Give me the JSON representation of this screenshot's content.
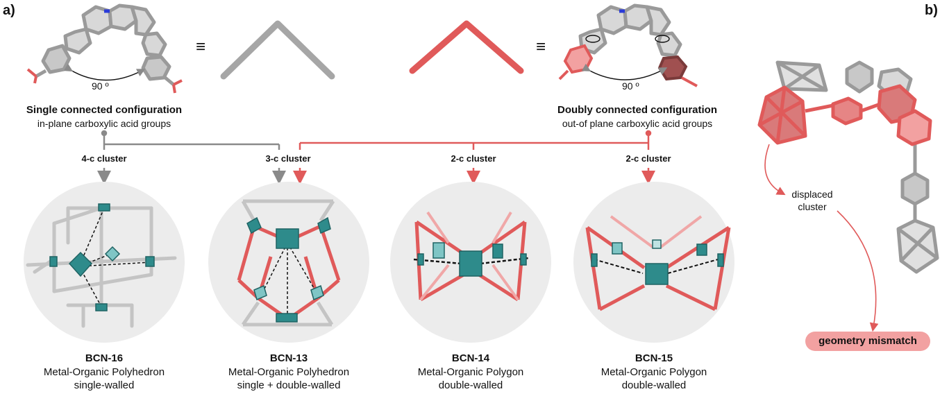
{
  "panels": {
    "a": "a)",
    "b": "b)"
  },
  "equiv_symbol": "≡",
  "angle_left": "90 º",
  "angle_right": "90 º",
  "left_config": {
    "title": "Single connected configuration",
    "subtitle": "in-plane carboxylic acid groups"
  },
  "right_config": {
    "title": "Doubly connected configuration",
    "subtitle": "out-of plane carboxylic acid groups"
  },
  "clusters": [
    "4-c cluster",
    "3-c cluster",
    "2-c cluster",
    "2-c cluster"
  ],
  "products": [
    {
      "name": "BCN-16",
      "line1": "Metal-Organic Polyhedron",
      "line2": "single-walled"
    },
    {
      "name": "BCN-13",
      "line1": "Metal-Organic Polyhedron",
      "line2": "single + double-walled"
    },
    {
      "name": "BCN-14",
      "line1": "Metal-Organic Polygon",
      "line2": "double-walled"
    },
    {
      "name": "BCN-15",
      "line1": "Metal-Organic Polygon",
      "line2": "double-walled"
    }
  ],
  "panel_b": {
    "displaced_line1": "displaced",
    "displaced_line2": "cluster",
    "mismatch": "geometry mismatch"
  },
  "colors": {
    "gray": "#8a8a8a",
    "red": "#e05a5a",
    "teal": "#2e8b8b",
    "circle": "#ececec",
    "pill": "#f2a1a1"
  }
}
